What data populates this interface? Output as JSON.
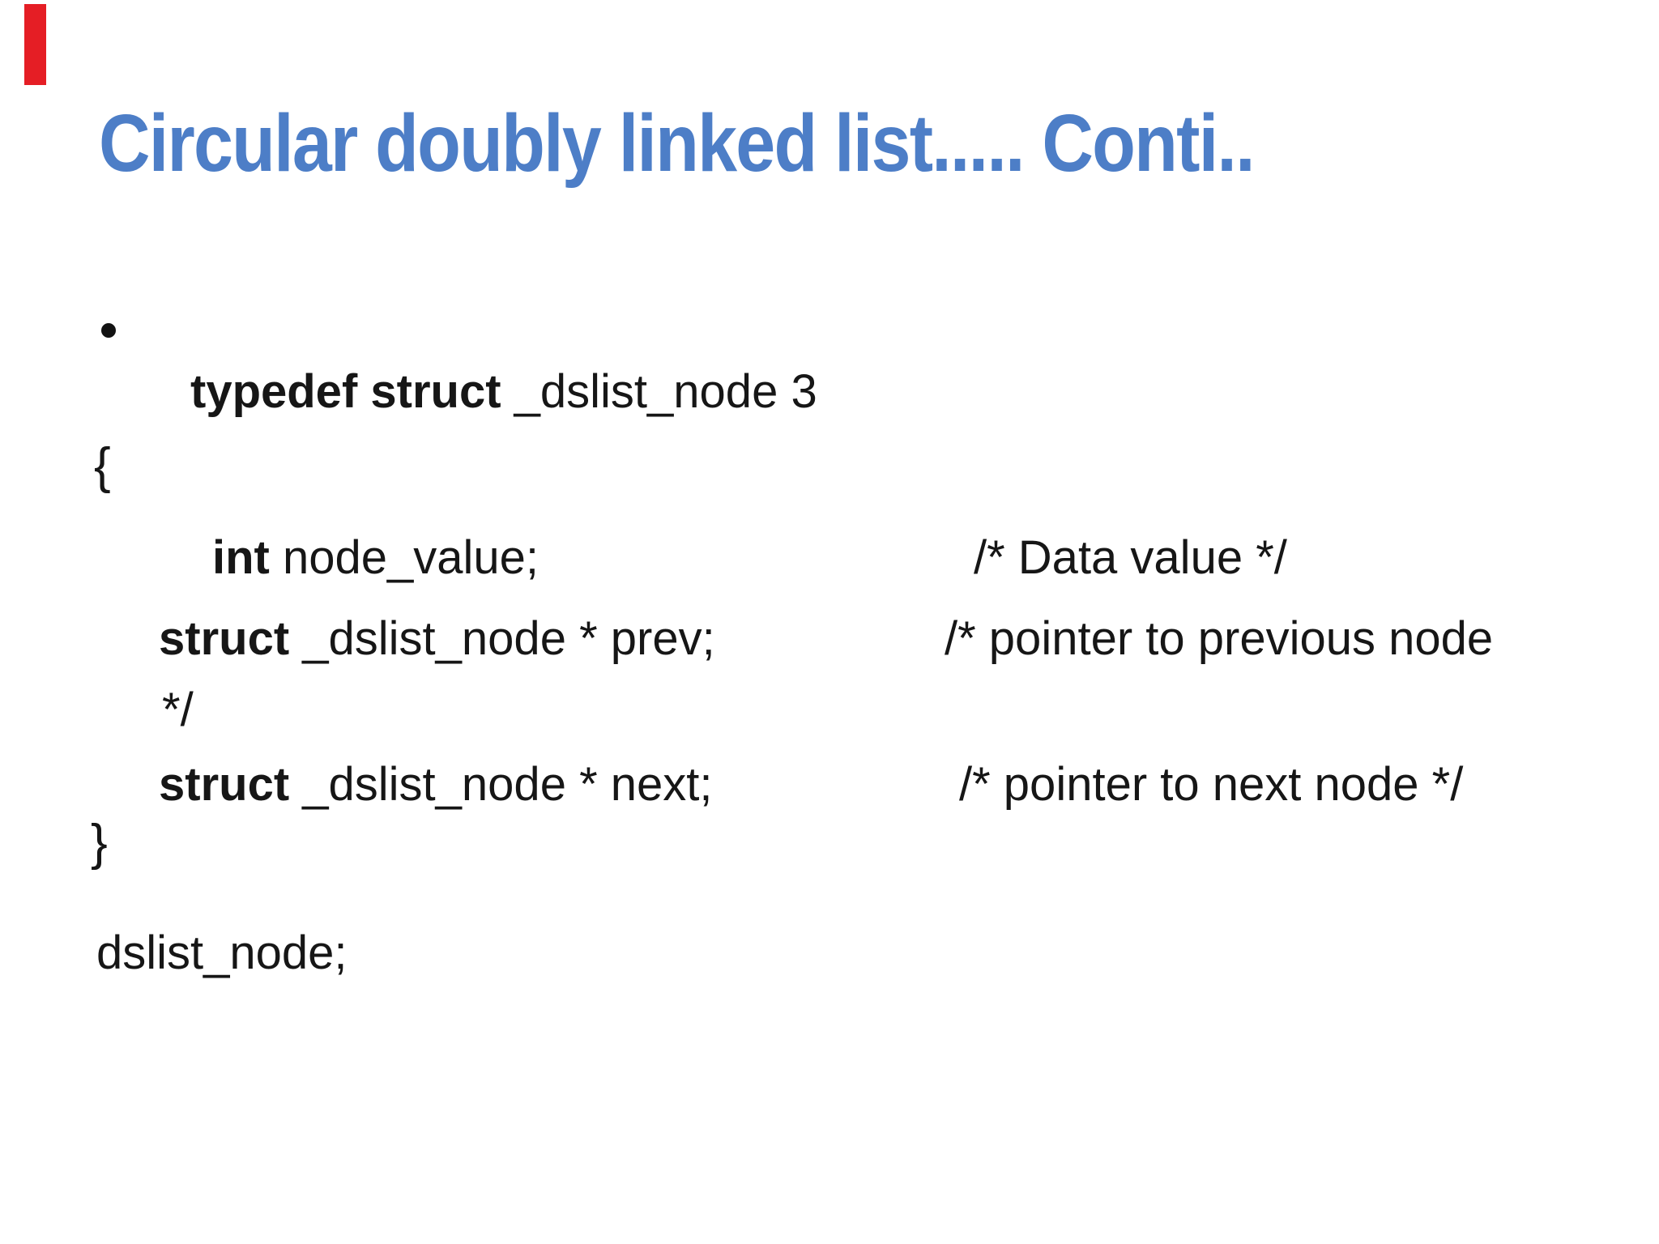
{
  "slide": {
    "title": "Circular doubly linked list..... Conti..",
    "colors": {
      "title_blue": "#4d7ec7",
      "marker_red": "#e51e25",
      "text_black": "#161616"
    },
    "bullet_glyph": "•"
  },
  "code": {
    "typedef_kw": "typedef struct ",
    "typedef_rest": "_dslist_node 3",
    "brace_open": "{",
    "int_kw": "int ",
    "int_rest": "node_value;",
    "comment_data": "/* Data value */",
    "prev_kw": "struct ",
    "prev_rest": "_dslist_node * prev;",
    "comment_prev": "/* pointer to previous node",
    "comment_prev_wrap": "*/",
    "next_kw": "struct ",
    "next_rest": "_dslist_node * next;",
    "comment_next": "/* pointer to next node */",
    "brace_close": "}",
    "typedef_name": "dslist_node;"
  }
}
